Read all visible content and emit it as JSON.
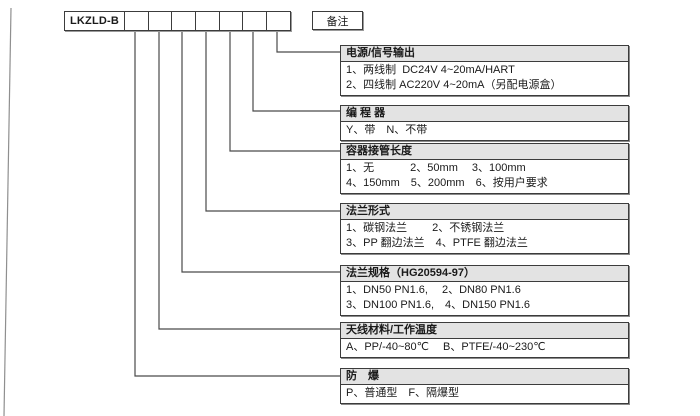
{
  "page": {
    "background": "#ffffff",
    "line_color": "#4a4a4a",
    "header_bg": "#e3e3e3",
    "border_color": "#3c3c3c"
  },
  "model_row": {
    "model_label": "LKZLD-B",
    "code_cell_count": 7,
    "remark_label": "备注"
  },
  "sections": [
    {
      "title": "电源/信号输出",
      "lines": [
        "1、两线制  DC24V 4~20mA/HART",
        "2、四线制 AC220V 4~20mA（另配电源盒）"
      ]
    },
    {
      "title": "编 程 器",
      "lines": [
        "Y、带　N、不带"
      ]
    },
    {
      "title": "容器接管长度",
      "lines": [
        "1、无　　　 2、50mm　 3、100mm",
        "4、150mm　5、200mm　6、按用户要求"
      ]
    },
    {
      "title": "法兰形式",
      "lines": [
        "1、碳钢法兰　　 2、不锈钢法兰",
        "3、PP 翻边法兰　4、PTFE 翻边法兰"
      ]
    },
    {
      "title": "法兰规格（HG20594-97）",
      "lines": [
        "1、DN50 PN1.6,　 2、DN80 PN1.6",
        "3、DN100 PN1.6,　4、DN150 PN1.6"
      ]
    },
    {
      "title": "天线材料/工作温度",
      "lines": [
        "A、PP/-40~80℃　 B、PTFE/-40~230℃"
      ]
    },
    {
      "title": "防　爆",
      "lines": [
        "P、普通型　F、隔爆型"
      ]
    }
  ]
}
